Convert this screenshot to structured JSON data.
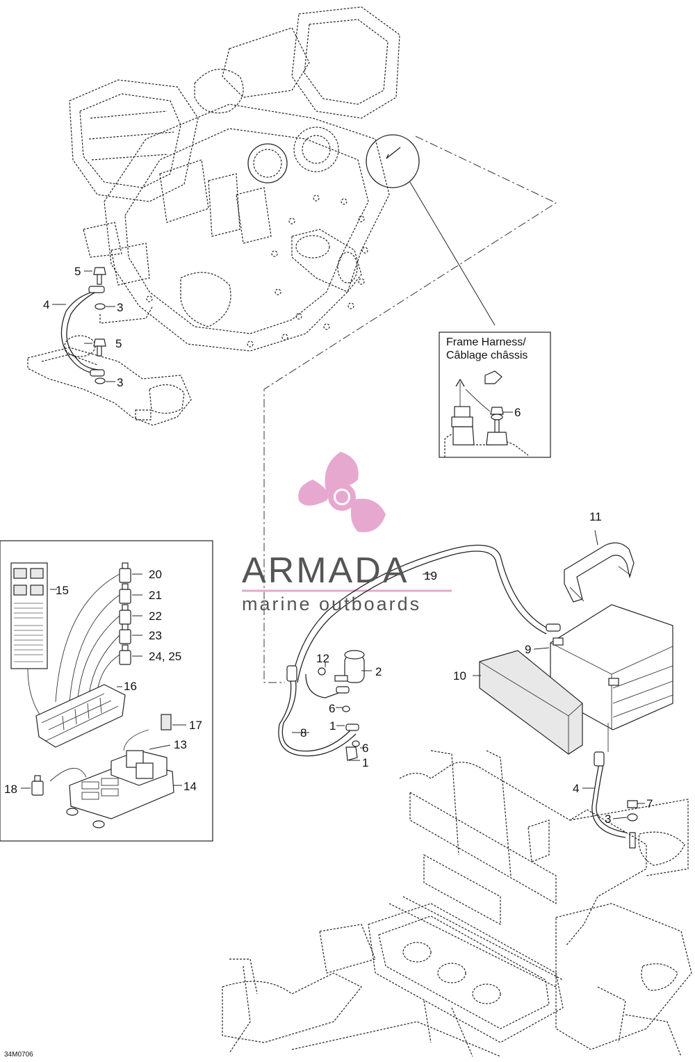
{
  "diagram_id": "34M0706",
  "inset_title_line1": "Frame Harness/",
  "inset_title_line2": "Câblage châssis",
  "watermark": {
    "brand": "ARMADA",
    "tagline": "marine outboards",
    "logo_color": "#e7a8cf",
    "text_color": "#555555"
  },
  "callouts": {
    "c1": "1",
    "c1b": "1",
    "c2": "2",
    "c3a": "3",
    "c3b": "3",
    "c3c": "3",
    "c4a": "4",
    "c4b": "4",
    "c5a": "5",
    "c5b": "5",
    "c6a": "6",
    "c6b": "6",
    "c6c": "6",
    "c7": "7",
    "c8": "8",
    "c9": "9",
    "c10": "10",
    "c11": "11",
    "c12": "12",
    "c13": "13",
    "c14": "14",
    "c15": "15",
    "c16": "16",
    "c17": "17",
    "c18": "18",
    "c19": "19",
    "c20": "20",
    "c21": "21",
    "c22": "22",
    "c23": "23",
    "c24": "24, 25"
  }
}
